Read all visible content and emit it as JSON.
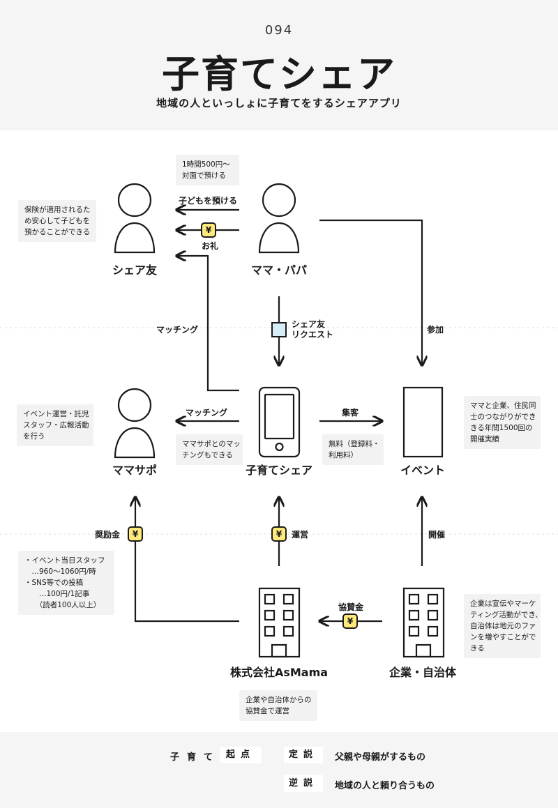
{
  "header": {
    "number": "094",
    "title": "子育てシェア",
    "subtitle": "地域の人といっしょに子育てをするシェアアプリ"
  },
  "nodes": {
    "share_friend": "シェア友",
    "parents": "ママ・パパ",
    "mamasapo": "ママサポ",
    "app": "子育てシェア",
    "event": "イベント",
    "company": "株式会社AsMama",
    "corp_gov": "企業・自治体"
  },
  "edges": {
    "childcare": "子どもを預ける",
    "thanks": "お礼",
    "matching_left": "マッチング",
    "matching_mid": "マッチング",
    "share_request": [
      "シェア友",
      "リクエスト"
    ],
    "participate": "参加",
    "attract": "集客",
    "incentive": "奨励金",
    "operate": "運営",
    "host": "開催",
    "sponsor": "協賛金",
    "yen": "¥"
  },
  "notes": {
    "fee": [
      "1時間500円〜",
      "対面で預ける"
    ],
    "insurance": [
      "保険が適用されるた",
      "め安心して子どもを",
      "預かることができる"
    ],
    "mamasapo_role": [
      "イベント運営・託児",
      "スタッフ・広報活動",
      "を行う"
    ],
    "matching_with": [
      "ママサポとのマッ",
      "チングもできる"
    ],
    "free": [
      "無料（登録料・",
      "利用料）"
    ],
    "events": [
      "ママと企業、住民同",
      "士のつながりができ",
      "きる年間1500回の",
      "開催実績"
    ],
    "rewards": [
      "・イベント当日スタッフ",
      "　…960〜1060円/時",
      "・SNS等での投稿",
      "　　…100円/1記事",
      "　　（読者100人以上）"
    ],
    "corp_gov_note": [
      "企業は宣伝やマーケ",
      "ティング活動ができ、",
      "自治体は地元のファ",
      "ンを増やすことがで",
      "きる"
    ],
    "sponsorship": [
      "企業や自治体からの",
      "協賛金で運営"
    ]
  },
  "footer": {
    "childcare": "子育て",
    "origin": "起点",
    "conventional": "定説",
    "conventional_desc": "父親や母親がするもの",
    "counter": "逆説",
    "counter_desc": "地域の人と頼り合うもの"
  },
  "colors": {
    "yen_badge": "#ffe97a",
    "background_band": "#f5f5f5",
    "note_bg": "#f2f2f2"
  }
}
